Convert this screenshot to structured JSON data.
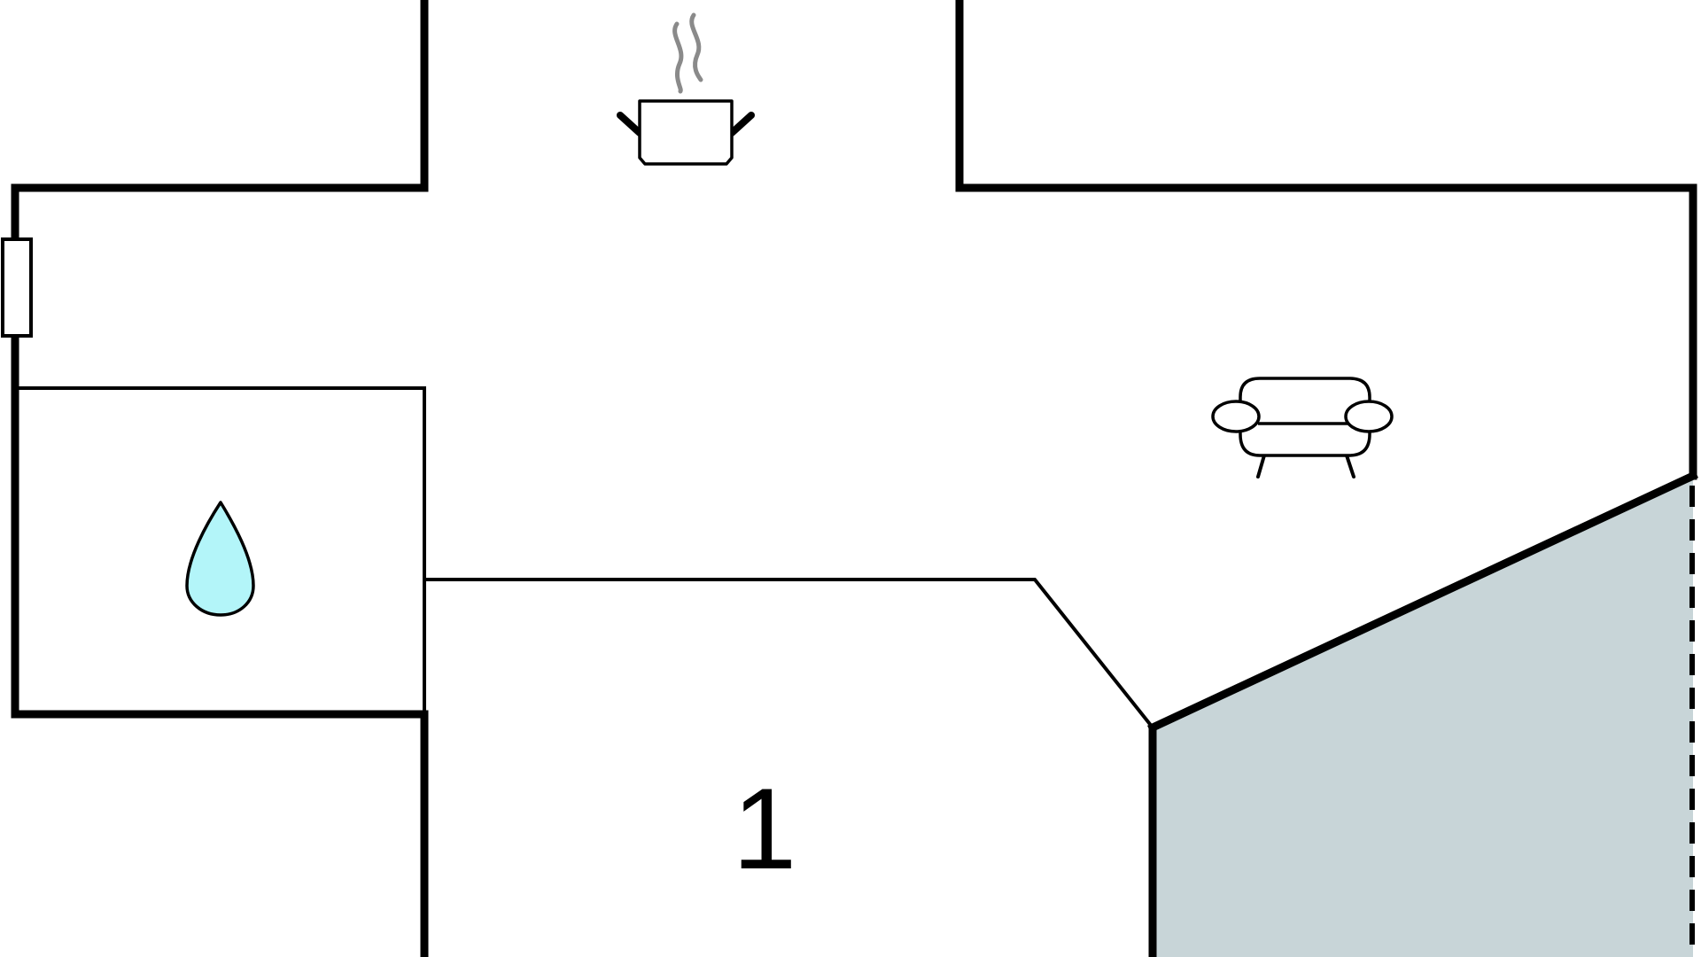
{
  "diagram": {
    "type": "floor-plan",
    "rooms": [
      {
        "id": "kitchen",
        "icon": "cooking-pot-icon"
      },
      {
        "id": "living-room",
        "icon": "sofa-icon"
      },
      {
        "id": "bathroom",
        "icon": "water-drop-icon"
      },
      {
        "id": "bedroom",
        "label": "1"
      },
      {
        "id": "terrace",
        "icon": ""
      }
    ],
    "colors": {
      "wall": "#000000",
      "terrace_fill": "#c8d5d8",
      "water_drop_fill": "#b3f5f9",
      "steam": "#8a8a8a",
      "background": "#ffffff"
    }
  }
}
